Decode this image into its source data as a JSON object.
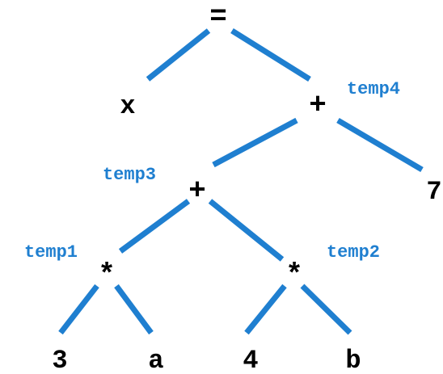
{
  "diagram": {
    "colors": {
      "edge": "#1f7fd0",
      "node_text": "#000000",
      "temp_text": "#1f7fd0"
    },
    "nodes": [
      {
        "id": "assign",
        "label": "="
      },
      {
        "id": "x",
        "label": "x"
      },
      {
        "id": "plus-top",
        "label": "+",
        "temp": "temp4"
      },
      {
        "id": "plus-mid",
        "label": "+",
        "temp": "temp3"
      },
      {
        "id": "seven",
        "label": "7"
      },
      {
        "id": "mul-left",
        "label": "*",
        "temp": "temp1"
      },
      {
        "id": "mul-right",
        "label": "*",
        "temp": "temp2"
      },
      {
        "id": "three",
        "label": "3"
      },
      {
        "id": "a",
        "label": "a"
      },
      {
        "id": "four",
        "label": "4"
      },
      {
        "id": "b",
        "label": "b"
      }
    ],
    "edges": [
      [
        "assign",
        "x"
      ],
      [
        "assign",
        "plus-top"
      ],
      [
        "plus-top",
        "plus-mid"
      ],
      [
        "plus-top",
        "seven"
      ],
      [
        "plus-mid",
        "mul-left"
      ],
      [
        "plus-mid",
        "mul-right"
      ],
      [
        "mul-left",
        "three"
      ],
      [
        "mul-left",
        "a"
      ],
      [
        "mul-right",
        "four"
      ],
      [
        "mul-right",
        "b"
      ]
    ]
  }
}
